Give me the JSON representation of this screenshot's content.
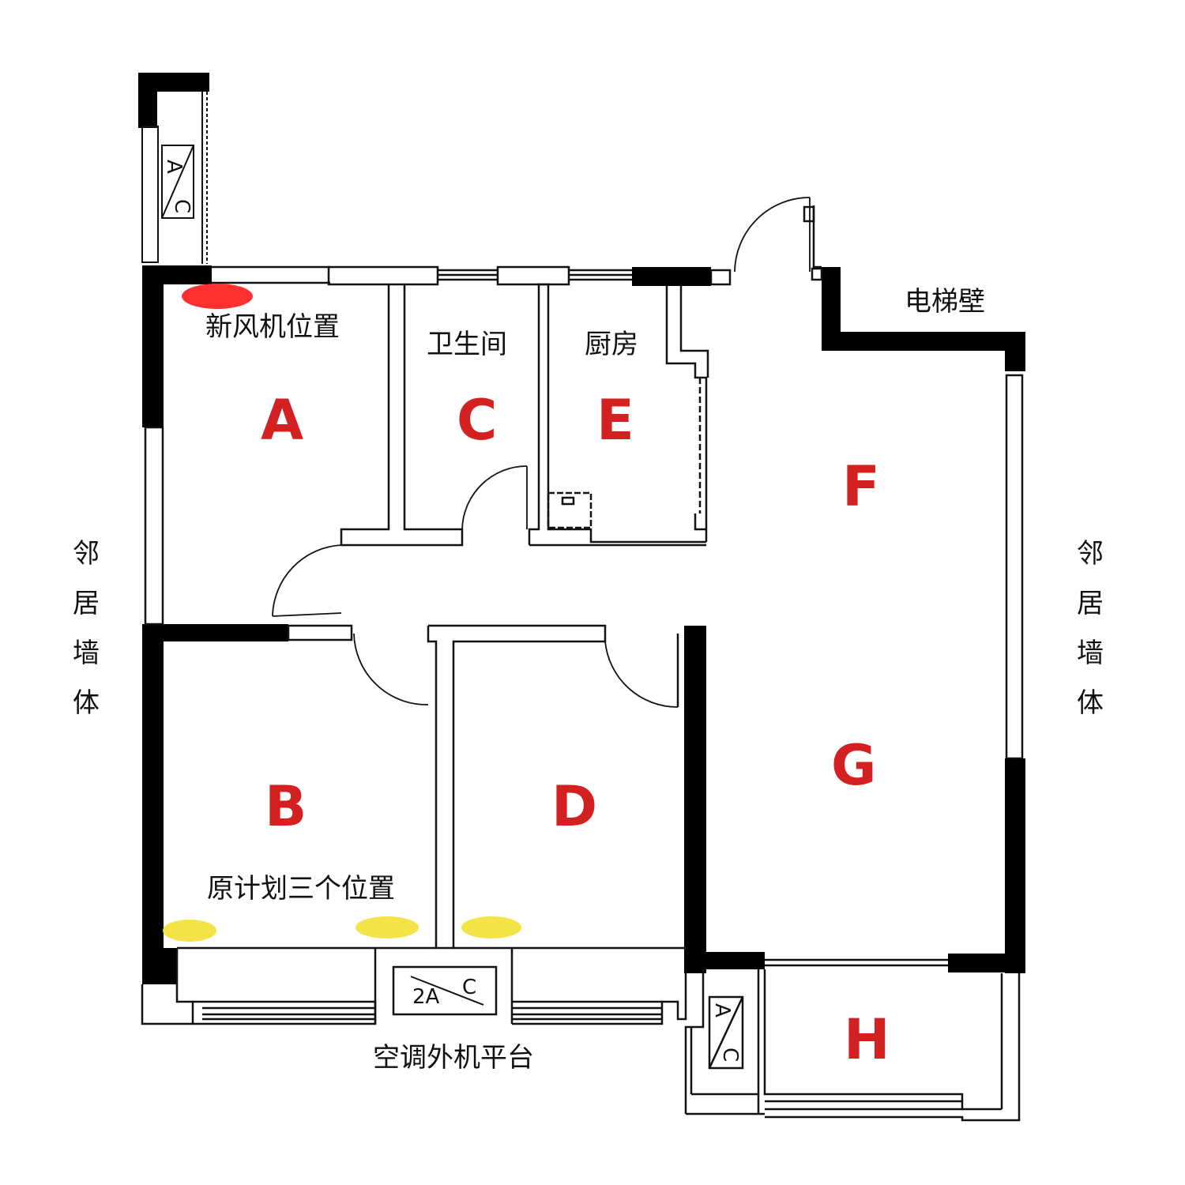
{
  "colors": {
    "room_letter": "#d32020",
    "fresh_air_marker": "#ff1a1a",
    "planned_marker": "#f2e033",
    "wall": "#000000",
    "line": "#111111"
  },
  "labels": {
    "fresh_air_unit": "新风机位置",
    "bathroom": "卫生间",
    "kitchen": "厨房",
    "elevator_wall": "电梯壁",
    "planned_positions": "原计划三个位置",
    "ac_platform": "空调外机平台",
    "neighbor_wall_left": [
      "邻",
      "居",
      "墙",
      "体"
    ],
    "neighbor_wall_right": [
      "邻",
      "居",
      "墙",
      "体"
    ]
  },
  "rooms": {
    "a": "A",
    "b": "B",
    "c": "C",
    "d": "D",
    "e": "E",
    "f": "F",
    "g": "G",
    "h": "H"
  },
  "ac_units": {
    "top_left": [
      "A",
      "C"
    ],
    "bottom_center": [
      "2A",
      "C"
    ],
    "bottom_right": [
      "A",
      "C"
    ]
  }
}
